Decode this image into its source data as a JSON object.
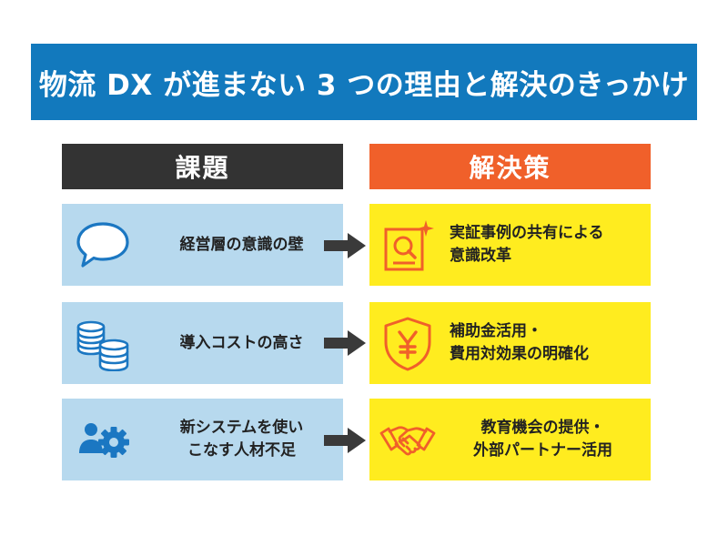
{
  "title": "物流 DX が進まない 3 つの理由と解決のきっかけ",
  "columns": {
    "problem": "課題",
    "solution": "解決策"
  },
  "rows": [
    {
      "problem": [
        "経営層の意識の壁"
      ],
      "problem_icon": "speech-bubble-icon",
      "solution": [
        "実証事例の共有による",
        "意識改革"
      ],
      "solution_icon": "certificate-search-icon"
    },
    {
      "problem": [
        "導入コストの高さ"
      ],
      "problem_icon": "coins-stack-icon",
      "solution": [
        "補助金活用・",
        "費用対効果の明確化"
      ],
      "solution_icon": "yen-shield-icon"
    },
    {
      "problem": [
        "新システムを使い",
        "こなす人材不足"
      ],
      "problem_icon": "user-gear-icon",
      "solution": [
        "教育機会の提供・",
        "外部パートナー活用"
      ],
      "solution_icon": "handshake-icon"
    }
  ],
  "colors": {
    "title_bg": "#1279bd",
    "problem_header": "#333333",
    "solution_header": "#f0602a",
    "problem_box": "#b7d9ee",
    "solution_box": "#ffec1f",
    "problem_icon": "#1b77c2",
    "solution_icon": "#f0602a",
    "arrow": "#3a3a3a"
  }
}
